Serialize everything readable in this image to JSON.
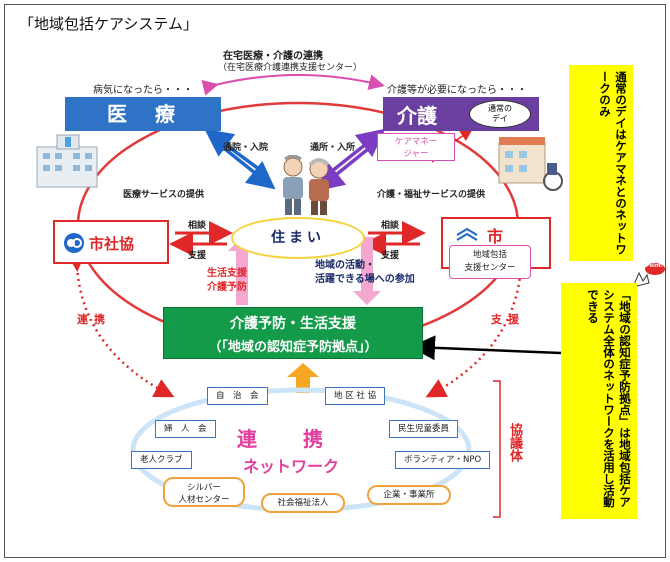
{
  "title": "「地域包括ケアシステム」",
  "top": {
    "coop_title": "在宅医療・介護の連携",
    "coop_sub": "（在宅医療介護連携支援センター）",
    "sick_caption": "病気になったら・・・",
    "care_caption": "介護等が必要になったら・・・"
  },
  "medical": {
    "label": "医　療"
  },
  "kaigo": {
    "label": "介護",
    "bubble": "通常の\nデイ"
  },
  "caremanager": "ケアマネー\nジャー",
  "arrows": {
    "tsuin": "通院・入院",
    "tsusho": "通所・入所",
    "iryo_service": "医療サービスの提供",
    "kaigo_service": "介護・福祉サービスの提供",
    "left_consult": "相談",
    "left_support": "支援",
    "right_consult": "相談",
    "right_support": "支援",
    "life_support": "生活支援\n介護予防",
    "activity": "地域の活動・\n活躍できる場への参加",
    "renkei": "連携",
    "shien": "支援"
  },
  "home": "住まい",
  "shashakyo": "市社協",
  "city": {
    "label": "市",
    "center": "地域包括\n支援センター"
  },
  "prevention": {
    "line1": "介護予防・生活支援",
    "line2": "（「地域の認知症予防拠点」）"
  },
  "network": {
    "center1": "連　　携",
    "center2": "ネットワーク",
    "items": [
      "自　治　会",
      "地 区 社 協",
      "婦　人　会",
      "民生児童委員",
      "老人クラブ",
      "ボランティア・NPO",
      "シルバー\n人材センター",
      "社会福祉法人",
      "企業・事業所"
    ],
    "council": "協議体"
  },
  "notes": {
    "top": "通常のデイはケアマネとのネットワークのみ",
    "bottom": "「地域の認知症予防拠点」は地域包括ケアシステム全体のネットワークを活用し活動できる",
    "point": "Point!"
  }
}
